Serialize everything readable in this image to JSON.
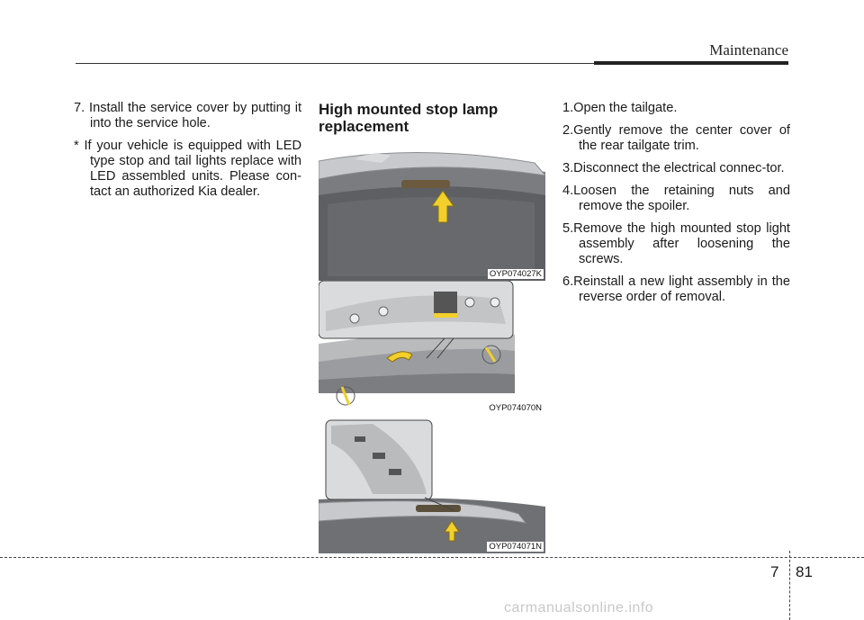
{
  "header": {
    "section": "Maintenance"
  },
  "left_column": {
    "items": [
      "7. Install the service cover by putting it into the service hole.",
      "* If your vehicle is equipped with LED type stop and tail lights replace with LED assembled units.  Please con-tact an authorized Kia dealer."
    ]
  },
  "middle_column": {
    "heading": "High mounted stop lamp replacement",
    "figures": [
      {
        "label": "OYP074027K"
      },
      {
        "label": "OYP074070N"
      },
      {
        "label": "OYP074071N"
      }
    ]
  },
  "right_column": {
    "steps": [
      "1.Open the tailgate.",
      "2.Gently remove the center cover of the rear tailgate trim.",
      "3.Disconnect the electrical connec-tor.",
      "4.Loosen the retaining nuts and remove the spoiler.",
      "5.Remove the high mounted stop light assembly after loosening the screws.",
      "6.Reinstall a new light assembly in the reverse order of removal."
    ]
  },
  "footer": {
    "chapter": "7",
    "page": "81",
    "watermark": "carmanualsonline.info"
  },
  "colors": {
    "arrow_yellow": "#f2cf2b",
    "glass_gray": "#5d5f62",
    "body_gray": "#b9bbbd"
  }
}
